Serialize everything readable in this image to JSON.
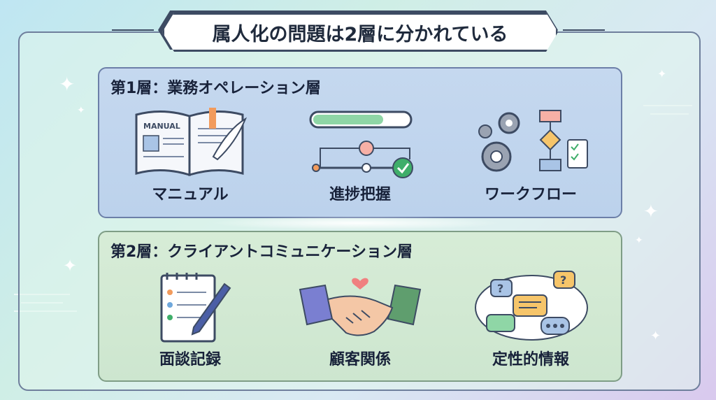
{
  "title": "属人化の問題は2層に分かれている",
  "layers": [
    {
      "heading": "第1層：業務オペレーション層",
      "items": [
        {
          "label": "マニュアル",
          "icon": "manual-book-icon",
          "sub": "MANUAL"
        },
        {
          "label": "進捗把握",
          "icon": "progress-tracking-icon"
        },
        {
          "label": "ワークフロー",
          "icon": "workflow-gears-icon"
        }
      ]
    },
    {
      "heading": "第2層：クライアントコミュニケーション層",
      "items": [
        {
          "label": "面談記録",
          "icon": "notepad-pen-icon"
        },
        {
          "label": "顧客関係",
          "icon": "handshake-icon"
        },
        {
          "label": "定性的情報",
          "icon": "speech-bubbles-icon"
        }
      ]
    }
  ],
  "colors": {
    "layer1": "#c5d8ef",
    "layer2": "#d7ecd7",
    "accent_green": "#3fae6a",
    "accent_orange": "#f29b5c"
  }
}
